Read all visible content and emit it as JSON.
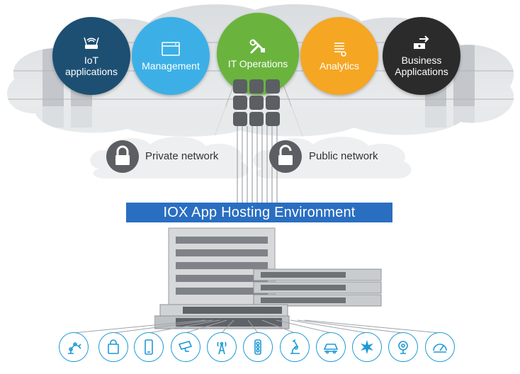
{
  "apps": [
    {
      "label": "IoT applications",
      "color": "#1d4f73",
      "icon": "wifi-router-icon"
    },
    {
      "label": "Management",
      "color": "#3cb0e6",
      "icon": "browser-window-icon"
    },
    {
      "label": "IT Operations",
      "color": "#6ab43e",
      "icon": "tools-icon"
    },
    {
      "label": "Analytics",
      "color": "#f5a623",
      "icon": "analytics-icon"
    },
    {
      "label": "Business Applications",
      "color": "#2b2b2b",
      "icon": "business-transfer-icon"
    }
  ],
  "networks": {
    "private": {
      "label": "Private network",
      "icon": "lock-closed-icon"
    },
    "public": {
      "label": "Public network",
      "icon": "lock-open-icon"
    }
  },
  "iox_label": "IOX App Hosting Environment",
  "devices": [
    "robot-arm-icon",
    "shopping-bag-icon",
    "mobile-phone-icon",
    "security-camera-icon",
    "radio-tower-icon",
    "traffic-light-icon",
    "microscope-icon",
    "vehicle-icon",
    "sparkle-icon",
    "webcam-icon",
    "gauge-icon"
  ],
  "colors": {
    "accent": "#1e9ad6",
    "banner": "#2a6ec1",
    "grid": "#5b5f63"
  }
}
